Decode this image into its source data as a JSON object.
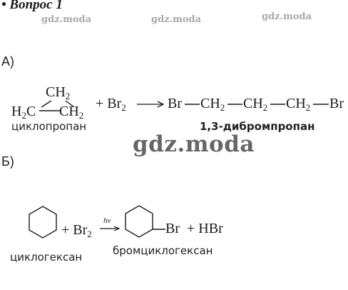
{
  "header": {
    "bullet": "•",
    "title": "Вопрос 1"
  },
  "watermarks": {
    "small": [
      "gdz.moda",
      "gdz.moda",
      "gdz.moda"
    ],
    "big": "gdz.moda"
  },
  "part_a": {
    "label": "А)",
    "ch2_top": "CH",
    "h2c_left": "H",
    "h2c_left_rest": "C",
    "ch2_right": "CH",
    "sub2": "2",
    "plus": "+",
    "br": "Br",
    "product_br_left": "Br",
    "product_ch": "CH",
    "product_br_right": "Br",
    "reactant_name": "циклопропан",
    "product_name": "1,3-дибромпропан"
  },
  "part_b": {
    "label": "Б)",
    "plus": "+",
    "br": "Br",
    "sub2": "2",
    "condition": "hν",
    "product_sub": "Br",
    "plus2": "+",
    "hbr": "HBr",
    "reactant_name": "циклогексан",
    "product_name": "бромциклогексан"
  }
}
